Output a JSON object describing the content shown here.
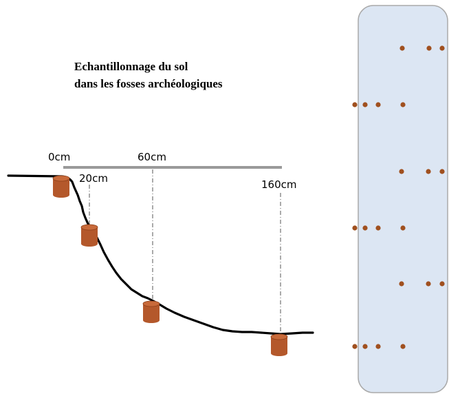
{
  "title": {
    "line1": "Echantillonnage du sol",
    "line2": "dans les fosses archéologiques"
  },
  "distance_labels": [
    "0cm",
    "20cm",
    "60cm",
    "160cm"
  ],
  "samples": [
    {
      "name": "sample-0cm",
      "distance_cm": 0
    },
    {
      "name": "sample-20cm",
      "distance_cm": 20
    },
    {
      "name": "sample-60cm",
      "distance_cm": 60
    },
    {
      "name": "sample-160cm",
      "distance_cm": 160
    }
  ],
  "plan_view": {
    "rows": 6,
    "dot_pattern": "alternating rows of sample points across the trench"
  },
  "colors": {
    "sample": "#b4582b",
    "sample_top": "#c86a3a",
    "dot": "#a0501f",
    "trench_fill": "#dce6f3",
    "trench_stroke": "#a9a9a9",
    "ruler": "#9a9a9a",
    "profile": "#000000"
  }
}
